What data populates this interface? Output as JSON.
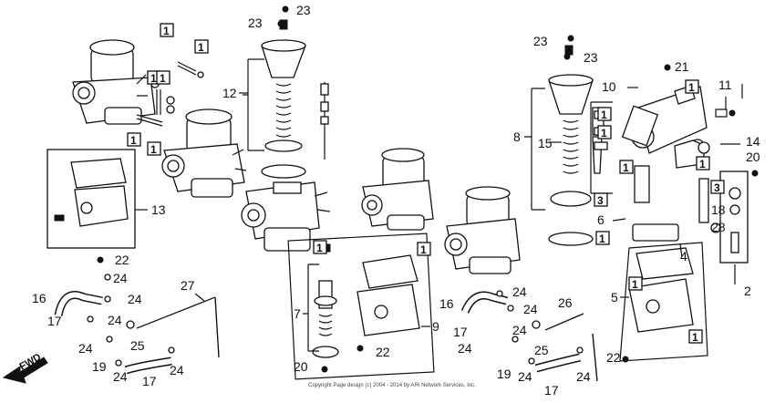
{
  "labels": {
    "n1": "1",
    "n2": "2",
    "n3": "3",
    "n4": "4",
    "n5": "5",
    "n6": "6",
    "n7": "7",
    "n8": "8",
    "n9": "9",
    "n10": "10",
    "n11": "11",
    "n12": "12",
    "n13": "13",
    "n14": "14",
    "n15": "15",
    "n16": "16",
    "n17": "17",
    "n18": "18",
    "n19": "19",
    "n20": "20",
    "n21": "21",
    "n22": "22",
    "n23": "23",
    "n24": "24",
    "n25": "25",
    "n26": "26",
    "n27": "27",
    "n28": "28"
  },
  "direction_label": "FWD",
  "copyright": "Copyright Page design (c) 2004 - 2014 by ARI Network Services, Inc."
}
